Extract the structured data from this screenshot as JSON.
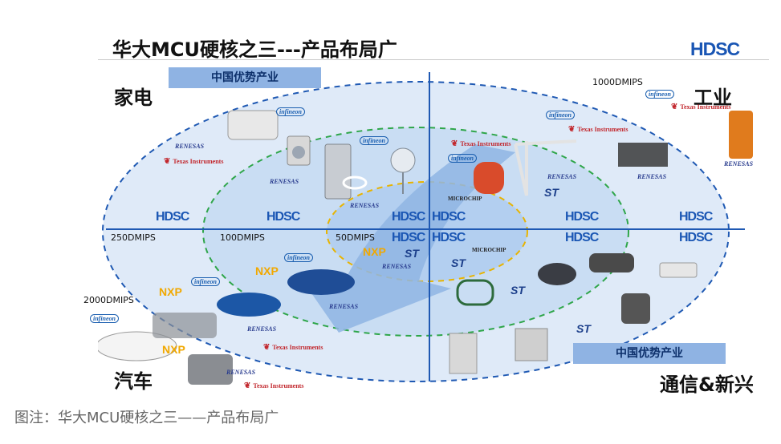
{
  "title": "华大MCU硬核之三---产品布局广",
  "logo": "HDSC",
  "quadrants": {
    "top_left": "家电",
    "top_right": "工业",
    "bottom_left": "汽车",
    "bottom_right": "通信&新兴"
  },
  "banners": {
    "top": "中国优势产业",
    "bottom": "中国优势产业"
  },
  "mips": {
    "m1000": "1000DMIPS",
    "m250": "250DMIPS",
    "m100": "100DMIPS",
    "m50": "50DMIPS",
    "m2000": "2000DMIPS"
  },
  "brands": {
    "hdsc": "HDSC",
    "ti": "Texas Instruments",
    "renesas": "RENESAS",
    "infineon": "infineon",
    "nxp": "NXP",
    "st": "ST",
    "microchip": "MICROCHIP"
  },
  "caption": "图注：华大MCU硬核之三——产品布局广",
  "colors": {
    "blue_dark": "#1a56b4",
    "ellipse_outer": "#dbe8f7",
    "ellipse_mid": "#c3d9f1",
    "ellipse_inner": "#aacbee",
    "arrow": "#8fb5e3",
    "green_dash": "#2fa64a",
    "yellow_dash": "#e8b400"
  }
}
